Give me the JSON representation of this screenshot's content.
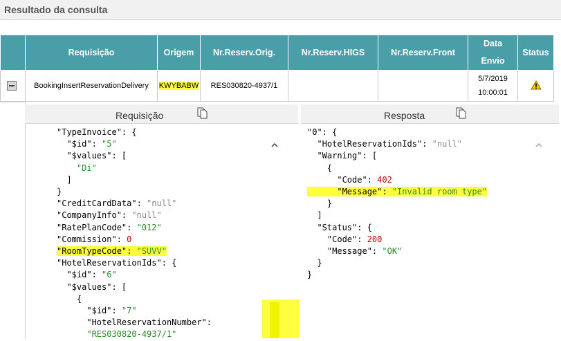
{
  "section_title": "Resultado da consulta",
  "table": {
    "headers": [
      "",
      "Requisição",
      "Origem",
      "Nr.Reserv.Orig.",
      "Nr.Reserv.HIGS",
      "Nr.Reserv.Front",
      "Data Envio",
      "Status"
    ],
    "row": {
      "requisicao": "BookingInsertReservationDelivery",
      "origem": "KWYBABW",
      "nr_reserv_orig": "RES030820-4937/1",
      "nr_reserv_higs": "",
      "nr_reserv_front": "",
      "data_envio_date": "5/7/2019",
      "data_envio_time": "10:00:01",
      "status_icon": "warning-icon"
    }
  },
  "panels": {
    "request_title": "Requisição",
    "response_title": "Resposta"
  },
  "request_lines": [
    [
      [
        "k",
        "\"TypeInvoice\": {"
      ]
    ],
    [
      [
        "k",
        "  \"$id\": "
      ],
      [
        "s",
        "\"5\""
      ]
    ],
    [
      [
        "k",
        "  \"$values\": ["
      ]
    ],
    [
      [
        "s",
        "    \"Di\""
      ]
    ],
    [
      [
        "k",
        "  ]"
      ]
    ],
    [
      [
        "k",
        "}"
      ]
    ],
    [
      [
        "k",
        "\"CreditCardData\": "
      ],
      [
        "nl",
        "\"null\""
      ]
    ],
    [
      [
        "k",
        "\"CompanyInfo\": "
      ],
      [
        "nl",
        "\"null\""
      ]
    ],
    [
      [
        "k",
        "\"RatePlanCode\": "
      ],
      [
        "s",
        "\"012\""
      ]
    ],
    [
      [
        "k",
        "\"Commission\": "
      ],
      [
        "n",
        "0"
      ]
    ],
    [
      [
        "hl",
        "\"RoomTypeCode\": \"SUVV\""
      ]
    ],
    [
      [
        "k",
        "\"HotelReservationIds\": {"
      ]
    ],
    [
      [
        "k",
        "  \"$id\": "
      ],
      [
        "s",
        "\"6\""
      ]
    ],
    [
      [
        "k",
        "  \"$values\": ["
      ]
    ],
    [
      [
        "k",
        "    {"
      ]
    ],
    [
      [
        "k",
        "      \"$id\": "
      ],
      [
        "s",
        "\"7\""
      ]
    ],
    [
      [
        "k",
        "      \"HotelReservationNumber\":"
      ]
    ],
    [
      [
        "s",
        "      \"RES030820-4937/1\""
      ]
    ]
  ],
  "response_lines": [
    [
      [
        "k",
        "\"0\": {"
      ]
    ],
    [
      [
        "k",
        "  \"HotelReservationIds\": "
      ],
      [
        "nl",
        "\"null\""
      ]
    ],
    [
      [
        "k",
        "  \"Warning\": ["
      ]
    ],
    [
      [
        "k",
        "    {"
      ]
    ],
    [
      [
        "k",
        "      \"Code\": "
      ],
      [
        "n",
        "402"
      ]
    ],
    [
      [
        "hl",
        "      \"Message\": \"Invalid room type\""
      ]
    ],
    [
      [
        "k",
        "    }"
      ]
    ],
    [
      [
        "k",
        "  ]"
      ]
    ],
    [
      [
        "k",
        "  \"Status\": {"
      ]
    ],
    [
      [
        "k",
        "    \"Code\": "
      ],
      [
        "n",
        "200"
      ]
    ],
    [
      [
        "k",
        "    \"Message\": "
      ],
      [
        "s",
        "\"OK\""
      ]
    ],
    [
      [
        "k",
        "  }"
      ]
    ],
    [
      [
        "k",
        "}"
      ]
    ]
  ]
}
